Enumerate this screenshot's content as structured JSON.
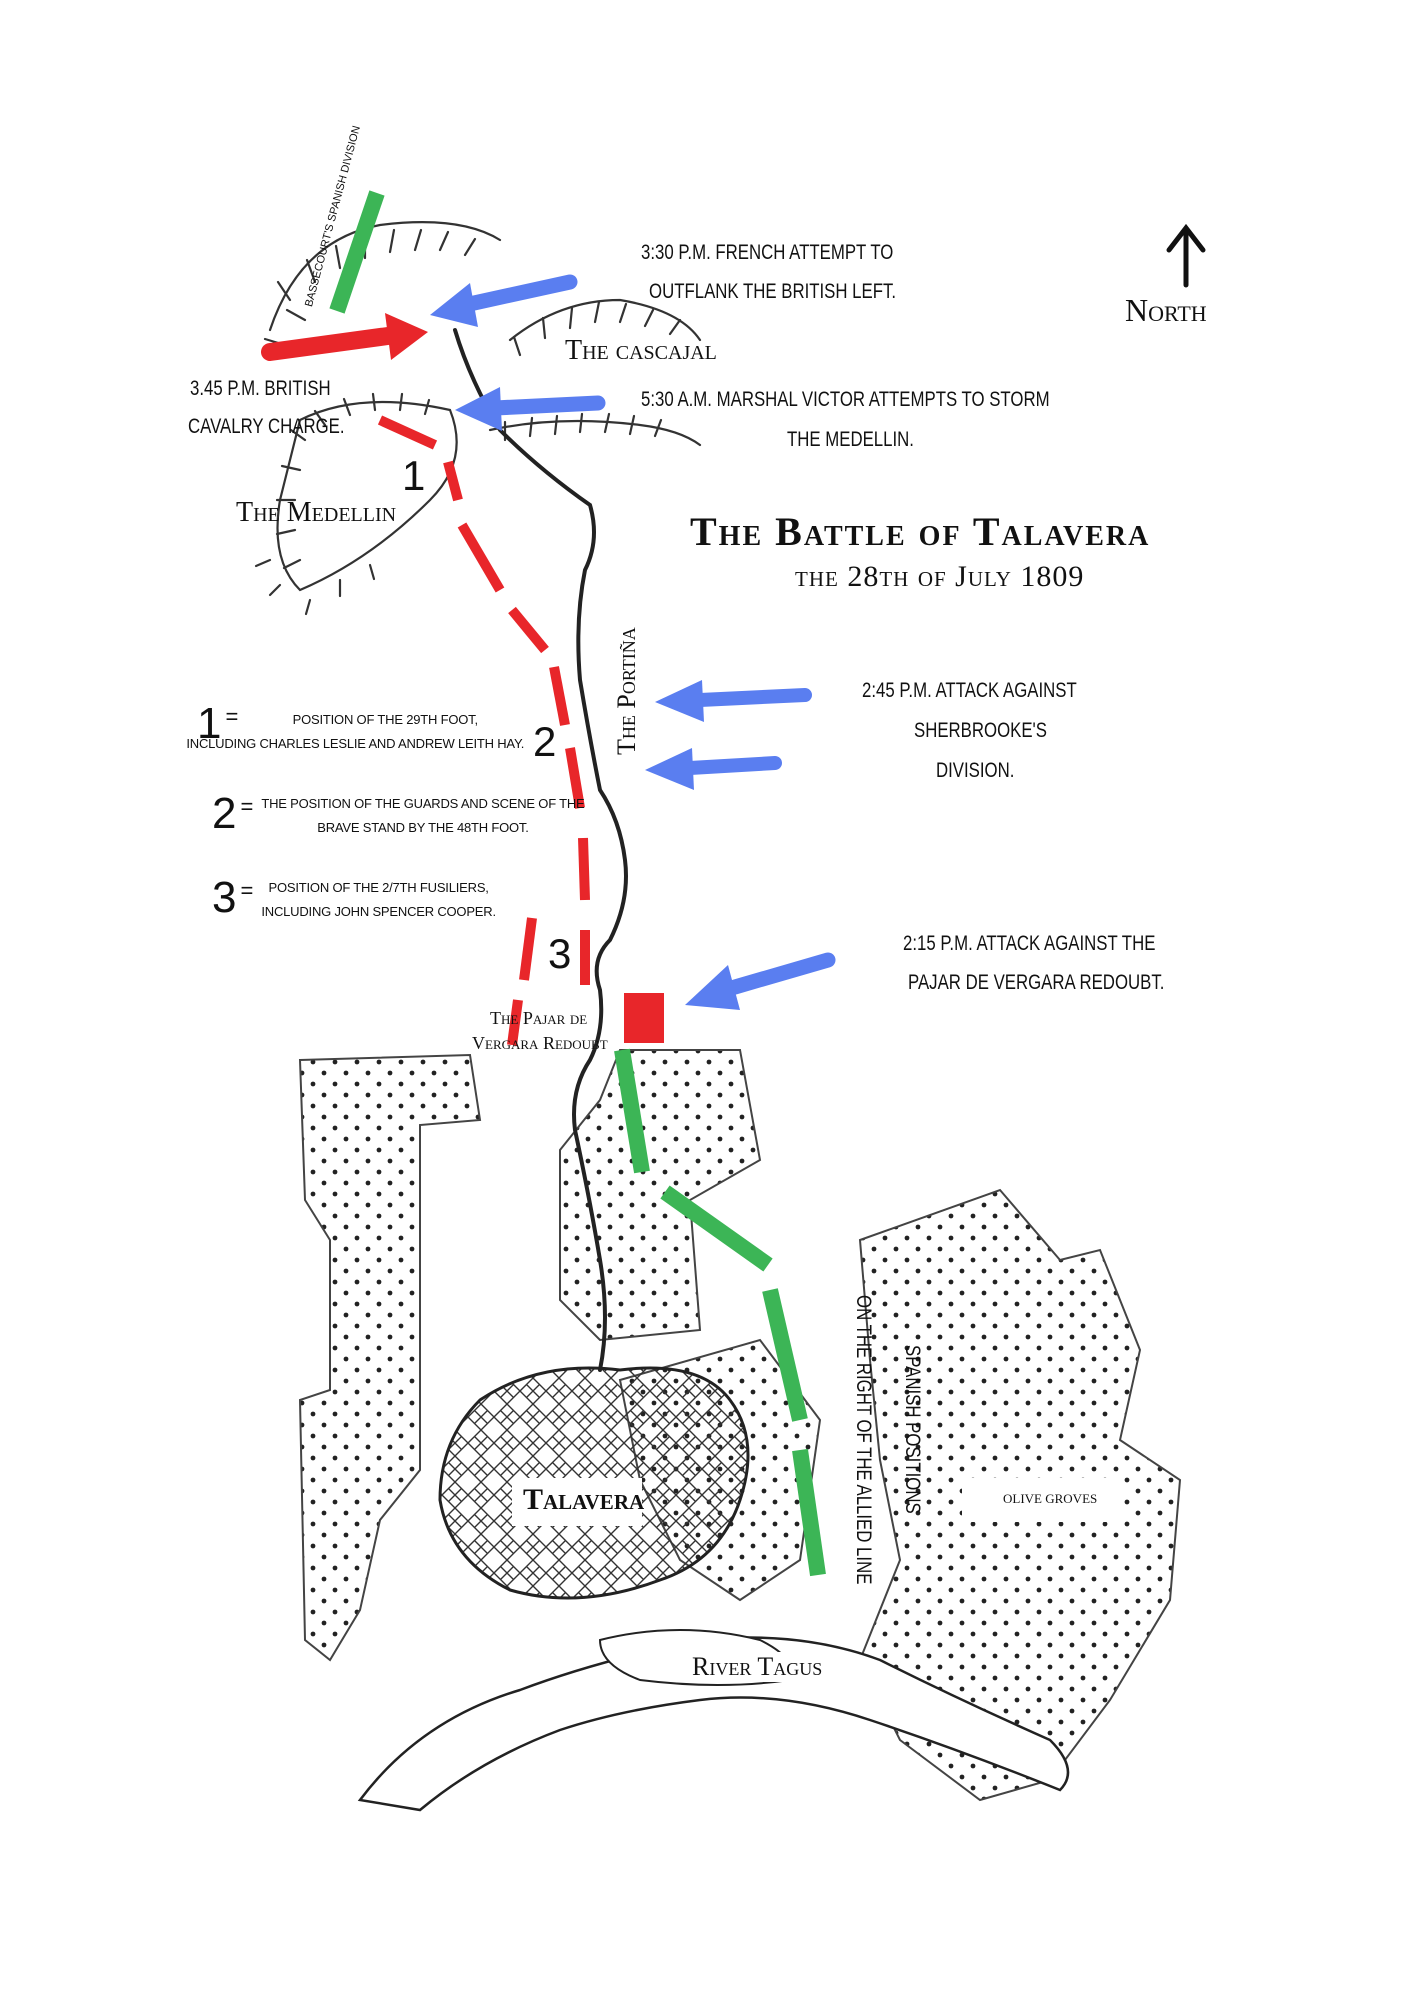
{
  "map": {
    "title": "The Battle of Talavera",
    "subtitle": "the 28th of July 1809",
    "compass_label": "North",
    "place_labels": {
      "cascajal": "The cascajal",
      "medellin": "The Medellin",
      "portina": "The Portiña",
      "redoubt_line1": "The Pajar de",
      "redoubt_line2": "Vergara Redoubt",
      "talavera": "Talavera",
      "river": "River Tagus",
      "olive": "OLIVE GROVES"
    },
    "annotations": {
      "bassecourt": "BASSECOURT'S SPANISH DIVISION",
      "french_outflank_1": "3:30 P.M. FRENCH ATTEMPT TO",
      "french_outflank_2": "OUTFLANK THE BRITISH LEFT.",
      "cavalry_1": "3.45 P.M. BRITISH",
      "cavalry_2": "CAVALRY CHARGE.",
      "victor_1": "5:30 A.M. MARSHAL VICTOR ATTEMPTS TO STORM",
      "victor_2": "THE MEDELLIN.",
      "sherbrooke_1": "2:45 P.M. ATTACK AGAINST",
      "sherbrooke_2": "SHERBROOKE'S",
      "sherbrooke_3": "DIVISION.",
      "redoubt_1": "2:15 P.M. ATTACK AGAINST THE",
      "redoubt_2": "PAJAR DE VERGARA REDOUBT.",
      "spanish_1": "SPANISH POSITIONS",
      "spanish_2": "ON THE RIGHT OF THE ALLIED LINE"
    },
    "position_markers": [
      "1",
      "2",
      "3"
    ],
    "legend": [
      {
        "number": "1",
        "text_line1": "Position of the 29th Foot,",
        "text_line2": "including Charles Leslie and Andrew Leith Hay."
      },
      {
        "number": "2",
        "text_line1": "The position of the Guards and scene of the",
        "text_line2": "brave stand by the 48th Foot."
      },
      {
        "number": "3",
        "text_line1": "Position of the 2/7th Fusiliers,",
        "text_line2": "including John Spencer Cooper."
      }
    ],
    "key_equals": "=",
    "colors": {
      "british": "#e8262a",
      "french": "#5a7ef0",
      "spanish": "#3cb556",
      "terrain": "#333333"
    }
  }
}
